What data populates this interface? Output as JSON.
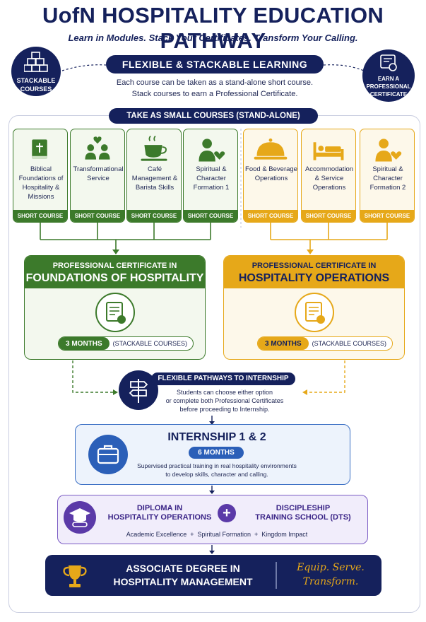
{
  "header": {
    "title": "UofN HOSPITALITY EDUCATION PATHWAY",
    "subtitle": "Learn in Modules. Stack Your Certificates. Transform Your Calling."
  },
  "badges": {
    "left": {
      "label_line1": "STACKABLE",
      "label_line2": "COURSES"
    },
    "right": {
      "label_line1": "EARN A",
      "label_line2": "PROFESSIONAL",
      "label_line3": "CERTIFICATE"
    }
  },
  "flexible": {
    "title": "FLEXIBLE & STACKABLE LEARNING",
    "line1": "Each course can be taken as a stand-alone short course.",
    "line2": "Stack courses to earn a Professional Certificate."
  },
  "small_courses_label": "TAKE AS SMALL COURSES (STAND-ALONE)",
  "courses": [
    {
      "name": "Biblical Foundations of Hospitality & Missions",
      "tag": "SHORT COURSE",
      "icon": "bible-icon"
    },
    {
      "name": "Transformational Service",
      "tag": "SHORT COURSE",
      "icon": "people-heart-icon"
    },
    {
      "name": "Café Management & Barista Skills",
      "tag": "SHORT COURSE",
      "icon": "coffee-cup-icon"
    },
    {
      "name": "Spiritual & Character Formation 1",
      "tag": "SHORT COURSE",
      "icon": "person-heart-icon"
    },
    {
      "name": "Food & Beverage Operations",
      "tag": "SHORT COURSE",
      "icon": "cloche-icon"
    },
    {
      "name": "Accommodation & Service Operations",
      "tag": "SHORT COURSE",
      "icon": "bed-icon"
    },
    {
      "name": "Spiritual & Character Formation 2",
      "tag": "SHORT COURSE",
      "icon": "person-heart-icon"
    }
  ],
  "certificates": [
    {
      "line1": "PROFESSIONAL CERTIFICATE IN",
      "line2": "FOUNDATIONS OF HOSPITALITY",
      "months": "3 MONTHS",
      "note": "(STACKABLE COURSES)"
    },
    {
      "line1": "PROFESSIONAL CERTIFICATE IN",
      "line2": "HOSPITALITY OPERATIONS",
      "months": "3 MONTHS",
      "note": "(STACKABLE COURSES)"
    }
  ],
  "pathways": {
    "title": "FLEXIBLE PATHWAYS TO INTERNSHIP",
    "line1": "Students can choose either option",
    "line2": "or complete both Professional Certificates",
    "line3": "before proceeding to Internship."
  },
  "internship": {
    "title": "INTERNSHIP 1 & 2",
    "months": "6 MONTHS",
    "line1": "Supervised practical training in real hospitality environments",
    "line2": "to develop skills, character and calling."
  },
  "diploma": {
    "left_line1": "DIPLOMA IN",
    "left_line2": "HOSPITALITY OPERATIONS",
    "plus": "+",
    "right_line1": "DISCIPLESHIP",
    "right_line2": "TRAINING SCHOOL (DTS)",
    "footer": "Academic Excellence  +  Spiritual Formation  +  Kingdom Impact"
  },
  "degree": {
    "line1": "ASSOCIATE DEGREE IN",
    "line2": "HOSPITALITY MANAGEMENT",
    "motto_line1": "Equip. Serve.",
    "motto_line2": "Transform."
  },
  "colors": {
    "navy": "#15215c",
    "green": "#3c7a2b",
    "gold": "#e6a819",
    "blue": "#3a6fc4",
    "purple": "#7b5cc4"
  }
}
